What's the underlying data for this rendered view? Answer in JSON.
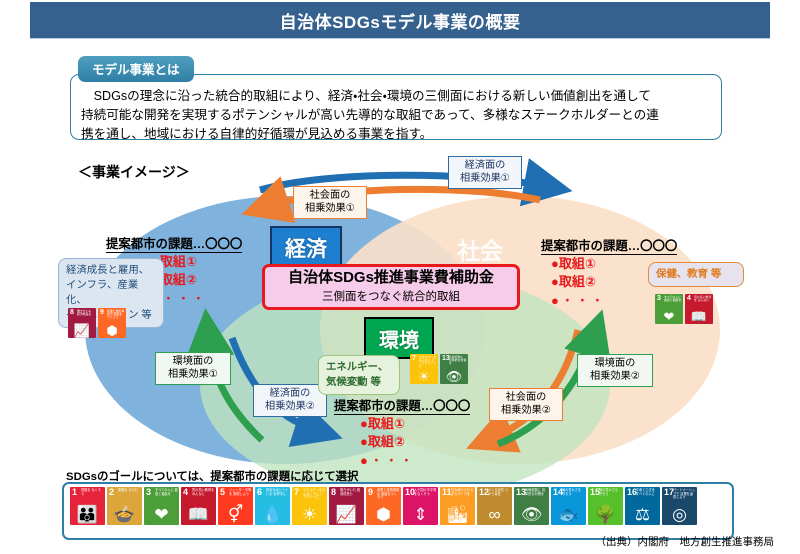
{
  "header": {
    "title": "自治体SDGsモデル事業の概要"
  },
  "definition": {
    "tab_label": "モデル事業とは",
    "lines": [
      "　SDGsの理念に沿った統合的取組により、経済・社会・環境の三側面における新しい価値創出を通して",
      "持続可能な開発を実現するポテンシャルが高い先導的な取組であって、多様なステークホルダーとの連",
      "携を通し、地域における自律的好循環が見込める事業を指す。"
    ]
  },
  "image_caption": "＜事業イメージ＞",
  "pillars": {
    "economy": "経済",
    "society": "社会",
    "environment": "環境"
  },
  "subsidy": {
    "title": "自治体SDGs推進事業費補助金",
    "subtitle": "三側面をつなぐ統合的取組"
  },
  "clusters": {
    "economy": {
      "title": "提案都市の課題…〇〇〇",
      "items": [
        "●取組①",
        "●取組②"
      ],
      "ellipsis": "●・・・"
    },
    "society": {
      "title": "提案都市の課題…〇〇〇",
      "items": [
        "●取組①",
        "●取組②"
      ],
      "ellipsis": "●・・・"
    },
    "environment": {
      "title": "提案都市の課題…〇〇〇",
      "items": [
        "●取組①",
        "●取組②"
      ],
      "ellipsis": "●・・・"
    }
  },
  "keywords": {
    "economy": "経済成長と雇用、\nインフラ、産業化、\nイノベーション  等",
    "society": "保健、教育  等",
    "environment": "エネルギー、\n気候変動  等"
  },
  "effects": {
    "society_1": "社会面の\n相乗効果①",
    "economy_1": "経済面の\n相乗効果①",
    "environment_1": "環境面の\n相乗効果①",
    "economy_2": "経済面の\n相乗効果②",
    "society_2": "社会面の\n相乗効果②",
    "environment_2": "環境面の\n相乗効果②"
  },
  "goals_note": "SDGsのゴールについては、提案都市の課題に応じて選択",
  "source": "（出典）内閣府　地方創生推進事務局",
  "colors": {
    "title_bar": "#35618F",
    "economy_ellipse": "#7FB3DE",
    "society_ellipse": "#FADFC8",
    "environment_ellipse": "#BFE4BF",
    "economy_box": "#1E7FD0",
    "environment_box": "#00A650",
    "subsidy_fill": "#F6CCEA",
    "subsidy_border": "#E8191C",
    "accent_red": "#E8191C",
    "arrow_blue": "#1F6FB2",
    "arrow_orange": "#ED7D31",
    "arrow_green": "#2E9E4F"
  },
  "sdg_icons": [
    {
      "num": "1",
      "cap": "貧困を\nなくそう",
      "color": "#E5243B",
      "glyph": "👪"
    },
    {
      "num": "2",
      "cap": "飢餓を\nゼロに",
      "color": "#DDA63A",
      "glyph": "🍲"
    },
    {
      "num": "3",
      "cap": "すべての人に\n健康と福祉を",
      "color": "#4C9F38",
      "glyph": "❤"
    },
    {
      "num": "4",
      "cap": "質の高い教育を\nみんなに",
      "color": "#C5192D",
      "glyph": "📖"
    },
    {
      "num": "5",
      "cap": "ジェンダー平等を\n実現しよう",
      "color": "#FF3A21",
      "glyph": "⚥"
    },
    {
      "num": "6",
      "cap": "安全な水とトイレを\n世界中に",
      "color": "#26BDE2",
      "glyph": "💧"
    },
    {
      "num": "7",
      "cap": "エネルギーをみんなに\nそしてクリーンに",
      "color": "#FCC30B",
      "glyph": "☀"
    },
    {
      "num": "8",
      "cap": "働きがいも\n経済成長も",
      "color": "#A21942",
      "glyph": "📈"
    },
    {
      "num": "9",
      "cap": "産業と技術革新の\n基盤をつくろう",
      "color": "#FD6925",
      "glyph": "⬢"
    },
    {
      "num": "10",
      "cap": "人や国の不平等\nをなくそう",
      "color": "#DD1367",
      "glyph": "⇕"
    },
    {
      "num": "11",
      "cap": "住み続けられる\nまちづくりを",
      "color": "#FD9D24",
      "glyph": "🏙"
    },
    {
      "num": "12",
      "cap": "つくる責任\nつかう責任",
      "color": "#BF8B2E",
      "glyph": "∞"
    },
    {
      "num": "13",
      "cap": "気候変動に\n具体的な対策を",
      "color": "#3F7E44",
      "glyph": "👁"
    },
    {
      "num": "14",
      "cap": "海の豊かさを\n守ろう",
      "color": "#0A97D9",
      "glyph": "🐟"
    },
    {
      "num": "15",
      "cap": "陸の豊かさも\n守ろう",
      "color": "#56C02B",
      "glyph": "🌳"
    },
    {
      "num": "16",
      "cap": "平和と公正を\nすべての人に",
      "color": "#00689D",
      "glyph": "⚖"
    },
    {
      "num": "17",
      "cap": "パートナーシップで\n目標を達成しよう",
      "color": "#19486A",
      "glyph": "◎"
    }
  ],
  "inline_sdg": {
    "economy": [
      {
        "num": "8",
        "cap": "働きがいも\n経済成長も",
        "color": "#A21942",
        "glyph": "📈"
      },
      {
        "num": "9",
        "cap": "産業と技術革新の\n基盤をつくろう",
        "color": "#FD6925",
        "glyph": "⬢"
      }
    ],
    "society": [
      {
        "num": "3",
        "cap": "すべての人に\n健康と福祉を",
        "color": "#4C9F38",
        "glyph": "❤"
      },
      {
        "num": "4",
        "cap": "質の高い教育を\nみんなに",
        "color": "#C5192D",
        "glyph": "📖"
      }
    ],
    "environment": [
      {
        "num": "7",
        "cap": "エネルギーをみんなに\nそしてクリーンに",
        "color": "#FCC30B",
        "glyph": "☀"
      },
      {
        "num": "13",
        "cap": "気候変動に\n具体的な対策を",
        "color": "#3F7E44",
        "glyph": "👁"
      }
    ]
  }
}
